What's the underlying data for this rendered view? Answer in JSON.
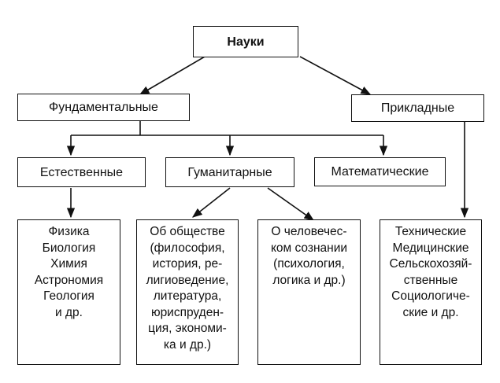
{
  "diagram": {
    "root": "Науки",
    "fundamental": "Фундаментальные",
    "applied": "Прикладные",
    "natural": "Естественные",
    "humanitarian": "Гуманитарные",
    "mathematical": "Математические",
    "natural_sciences": [
      "Физика",
      "Биология",
      "Химия",
      "Астрономия",
      "Геология",
      "и др."
    ],
    "about_society": [
      "Об обществе",
      "(философия,",
      "история, ре-",
      "лигиоведение,",
      "литература,",
      "юриспруден-",
      "ция, экономи-",
      "ка и др.)"
    ],
    "about_consciousness": [
      "О человечес-",
      "ком сознании",
      "(психология,",
      "логика и др.)"
    ],
    "applied_sciences": [
      "Технические",
      "Медицинские",
      "Сельскохозяй-",
      "ственные",
      "Социологиче-",
      "ские и др."
    ]
  }
}
